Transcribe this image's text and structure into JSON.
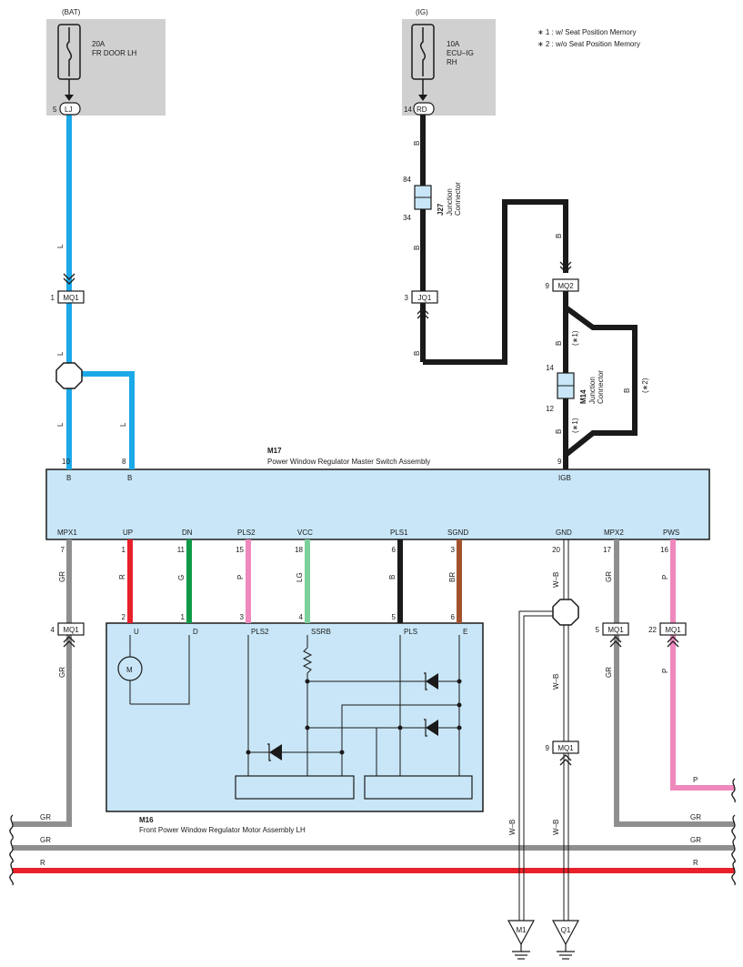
{
  "notes": {
    "note1": "∗ 1 : w/ Seat Position Memory",
    "note2": "∗ 2 : w/o Seat Position Memory"
  },
  "fuses": {
    "bat": {
      "supply": "(BAT)",
      "rating": "20A",
      "name": "FR DOOR LH",
      "pin": "5",
      "connector": "LJ"
    },
    "ig": {
      "supply": "(IG)",
      "rating": "10A",
      "name1": "ECU–IG",
      "name2": "RH",
      "pin": "14",
      "connector": "RD"
    }
  },
  "junctions": {
    "j27": {
      "id": "J27",
      "label1": "Junction",
      "label2": "Connector",
      "pin_top": "84",
      "pin_bottom": "34"
    },
    "m14": {
      "id": "M14",
      "label1": "Junction",
      "label2": "Connector",
      "pin_top": "14",
      "pin_bottom": "12"
    }
  },
  "connectors": {
    "mq1_top": {
      "pin": "1",
      "name": "MQ1"
    },
    "mq2": {
      "pin": "9",
      "name": "MQ2"
    },
    "jq1": {
      "pin": "3",
      "name": "JQ1"
    },
    "mq1_left": {
      "pin": "4",
      "name": "MQ1"
    },
    "mq1_mid": {
      "pin": "5",
      "name": "MQ1"
    },
    "mq1_right": {
      "pin": "22",
      "name": "MQ1"
    },
    "mq1_gnd": {
      "pin": "9",
      "name": "MQ1"
    }
  },
  "wire_colors": {
    "L": "L",
    "B": "B",
    "R": "R",
    "G": "G",
    "P": "P",
    "LG": "LG",
    "BR": "BR",
    "GR": "GR",
    "WB": "W–B",
    "star1": "(∗1)",
    "star2": "(∗2)"
  },
  "master_switch": {
    "id": "M17",
    "name": "Power Window Regulator Master Switch Assembly",
    "top_terminals": [
      {
        "pin": "10",
        "name": "B"
      },
      {
        "pin": "8",
        "name": "B"
      },
      {
        "pin": "9",
        "name": "IGB"
      }
    ],
    "bottom_terminals": [
      {
        "pin": "7",
        "name": "MPX1"
      },
      {
        "pin": "1",
        "name": "UP"
      },
      {
        "pin": "11",
        "name": "DN"
      },
      {
        "pin": "15",
        "name": "PLS2"
      },
      {
        "pin": "18",
        "name": "VCC"
      },
      {
        "pin": "6",
        "name": "PLS1"
      },
      {
        "pin": "3",
        "name": "SGND"
      },
      {
        "pin": "20",
        "name": "GND"
      },
      {
        "pin": "17",
        "name": "MPX2"
      },
      {
        "pin": "16",
        "name": "PWS"
      }
    ]
  },
  "motor_assy": {
    "id": "M16",
    "name": "Front Power Window Regulator Motor Assembly LH",
    "motor_symbol": "M",
    "terminals": [
      {
        "pin": "2",
        "name": "U"
      },
      {
        "pin": "1",
        "name": "D"
      },
      {
        "pin": "3",
        "name": "PLS2"
      },
      {
        "pin": "4",
        "name": "SSRB"
      },
      {
        "pin": "5",
        "name": "PLS"
      },
      {
        "pin": "6",
        "name": "E"
      }
    ]
  },
  "grounds": {
    "g1": "M1",
    "g2": "Q1"
  },
  "colors": {
    "blue": "#1ba9e8",
    "black": "#1a1a1a",
    "red": "#e8202a",
    "green": "#0f9a48",
    "pink": "#ef88bd",
    "lightgreen": "#7dd09a",
    "brown": "#a3522e",
    "gray": "#8f8f90",
    "box_fill": "#c8e6f7",
    "fuse_bg": "#d0d0d0"
  }
}
